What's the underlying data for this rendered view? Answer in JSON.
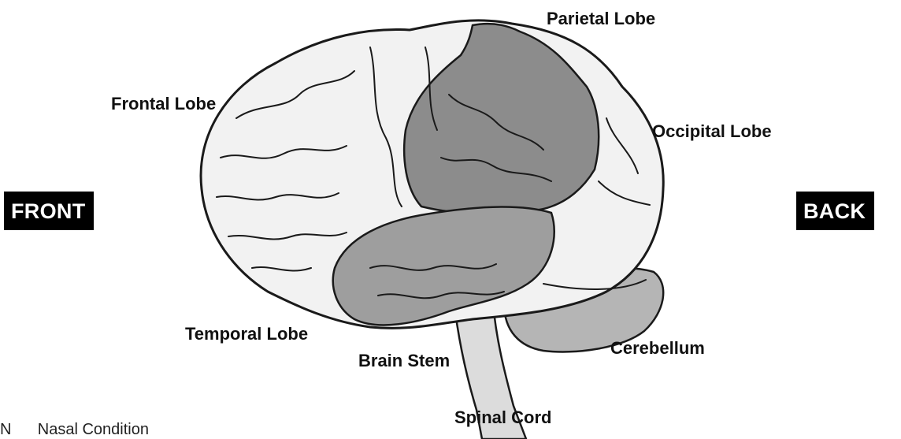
{
  "labels": {
    "parietal": "Parietal Lobe",
    "frontal": "Frontal Lobe",
    "occipital": "Occipital Lobe",
    "temporal": "Temporal Lobe",
    "brainstem": "Brain Stem",
    "cerebellum": "Cerebellum",
    "spinal": "Spinal Cord"
  },
  "direction_tags": {
    "front": "FRONT",
    "back": "BACK"
  },
  "caption": "N      Nasal Condition",
  "colors": {
    "outline": "#1a1a1a",
    "light_lobes": "#f2f2f2",
    "parietal_shade": "#8c8c8c",
    "temporal_shade": "#9e9e9e",
    "cerebellum_shade": "#b3b3b3",
    "stem_shade": "#d9d9d9",
    "tag_bg": "#000000"
  }
}
